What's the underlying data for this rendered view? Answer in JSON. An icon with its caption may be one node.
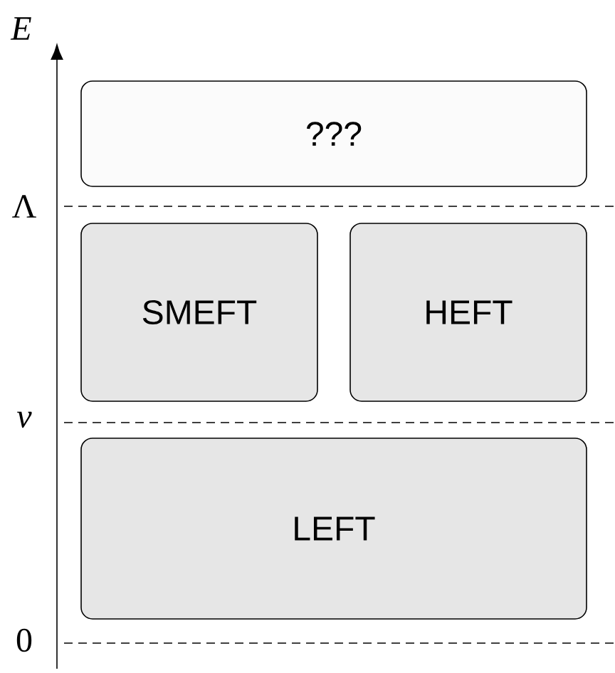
{
  "diagram": {
    "nodes": [
      {
        "text": [
          "???"
        ]
      },
      {
        "text": [
          "SMEFT"
        ]
      },
      {
        "text": [
          "HEFT"
        ]
      },
      {
        "text": [
          "LEFT"
        ]
      }
    ],
    "labels": [
      "E",
      "Λ",
      "v",
      "0"
    ]
  }
}
